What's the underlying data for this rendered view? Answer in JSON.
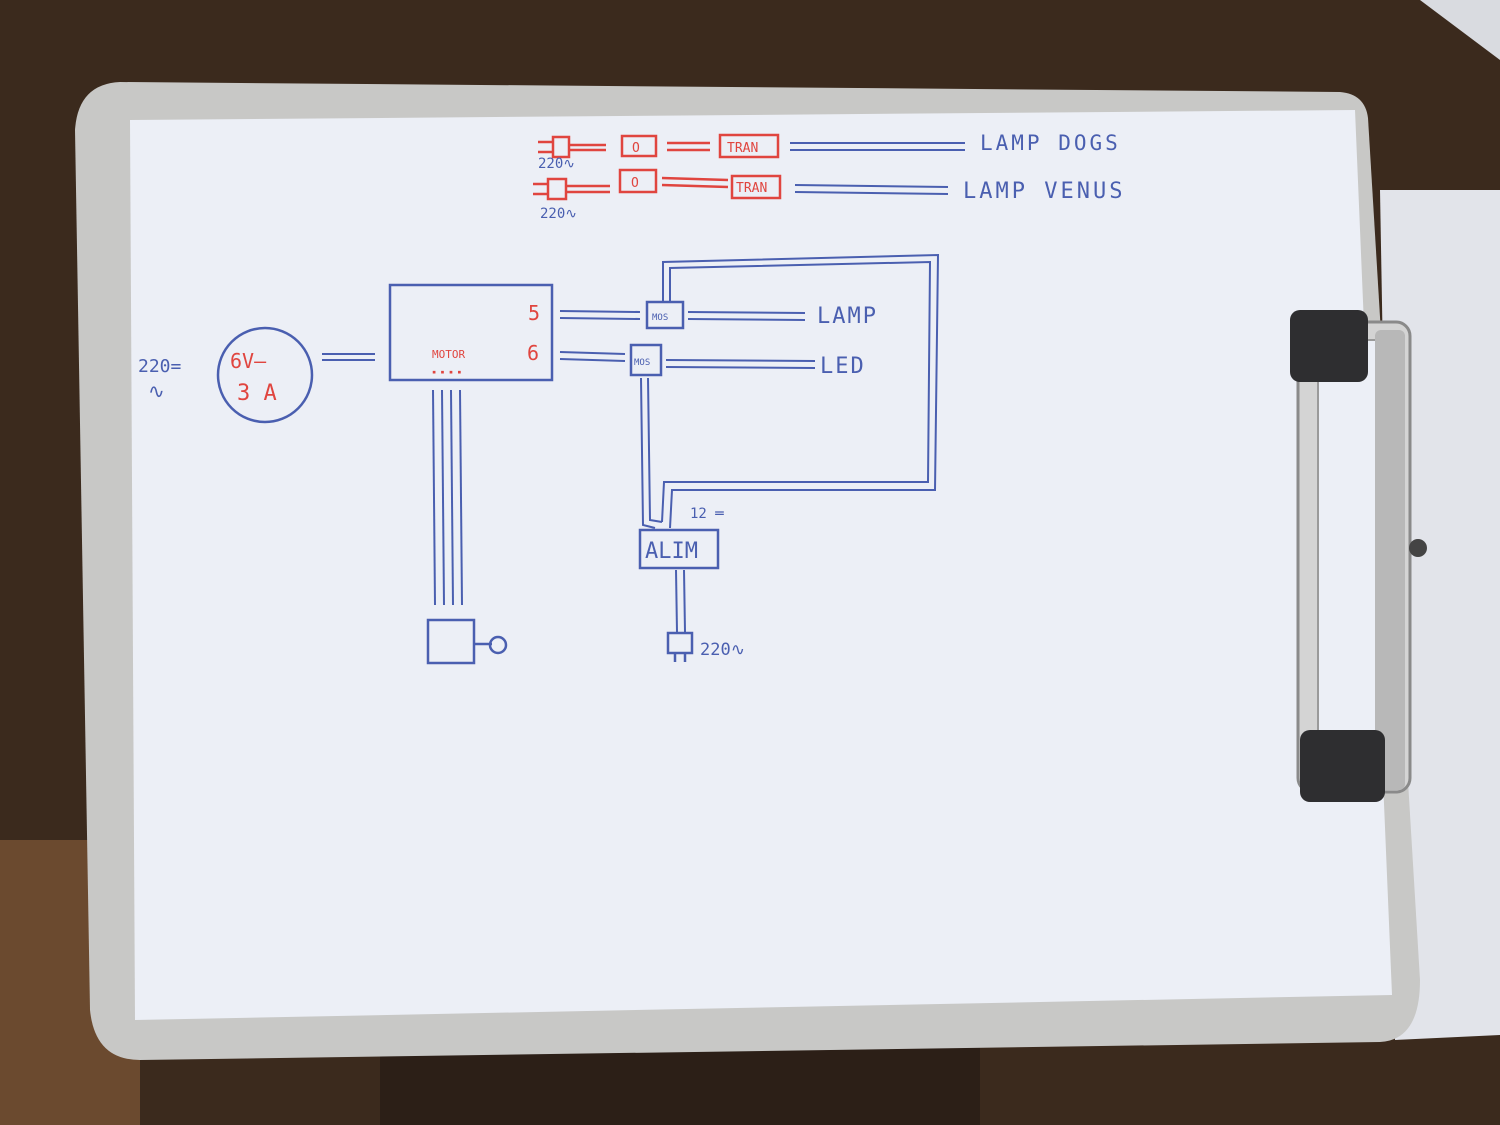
{
  "colors": {
    "blue_ink": "#4a5fb0",
    "red_ink": "#e0453f",
    "paper": "#eceff6",
    "clipboard": "#c9c9c9",
    "wood": "#3b2a1d"
  },
  "top_rows": [
    {
      "voltage": "220∿",
      "switch": "O",
      "box": "TRAN",
      "label": "LAMP DOGS"
    },
    {
      "voltage": "220∿",
      "switch": "O",
      "box": "TRAN",
      "label": "LAMP VENUS"
    }
  ],
  "supply": {
    "input": "220=",
    "input_ac": "∿",
    "voltage": "6V—",
    "current": "3 A"
  },
  "controller": {
    "port5": "5",
    "port6": "6",
    "label": "MOTOR",
    "dots": "▪ ▪ ▪ ▪"
  },
  "mos1": {
    "label": "MOS",
    "output": "LAMP"
  },
  "mos2": {
    "label": "MOS",
    "output": "LED"
  },
  "alim": {
    "label": "ALIM",
    "dc": "12 ═",
    "input": "220∿"
  }
}
